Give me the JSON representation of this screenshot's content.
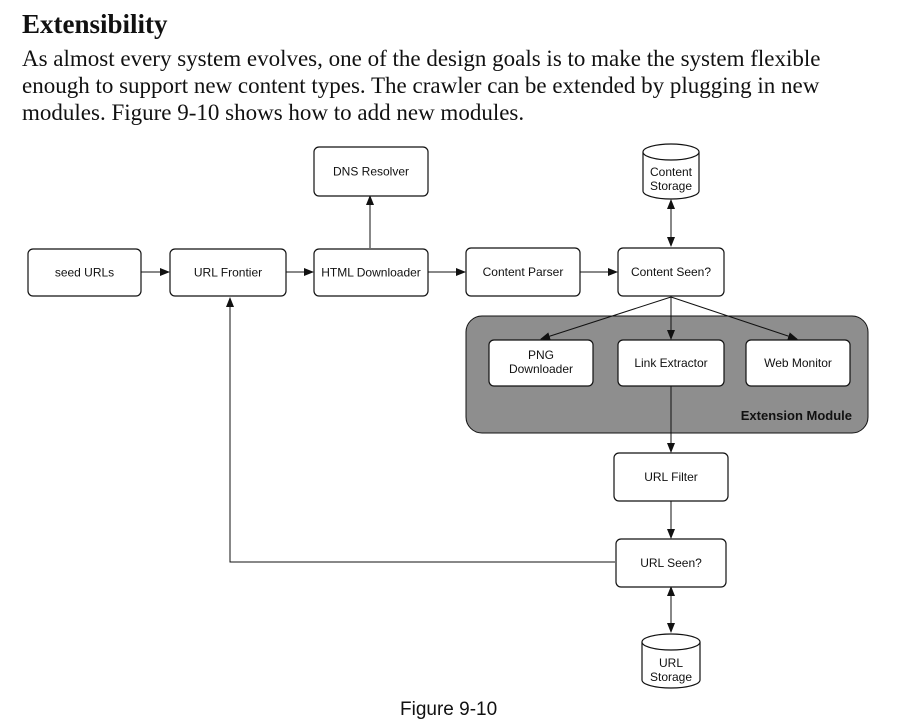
{
  "section": {
    "heading": "Extensibility",
    "paragraph_lines": [
      "As almost every system evolves, one of the design goals is to make the system flexible",
      "enough to support new content types. The crawler can be extended by plugging in new",
      "modules. Figure 9-10 shows how to add new modules."
    ]
  },
  "diagram": {
    "nodes": {
      "seed_urls": "seed URLs",
      "url_frontier": "URL Frontier",
      "html_downloader": "HTML Downloader",
      "dns_resolver": "DNS Resolver",
      "content_parser": "Content Parser",
      "content_seen": "Content Seen?",
      "content_storage": [
        "Content",
        "Storage"
      ],
      "png_downloader": [
        "PNG",
        "Downloader"
      ],
      "link_extractor": "Link Extractor",
      "web_monitor": "Web Monitor",
      "url_filter": "URL Filter",
      "url_seen": "URL Seen?",
      "url_storage": [
        "URL",
        "Storage"
      ]
    },
    "extension_module_label": "Extension Module",
    "colors": {
      "module_background": "#8e8e8e",
      "node_fill": "#ffffff",
      "stroke": "#111111"
    }
  },
  "caption": "Figure 9-10"
}
